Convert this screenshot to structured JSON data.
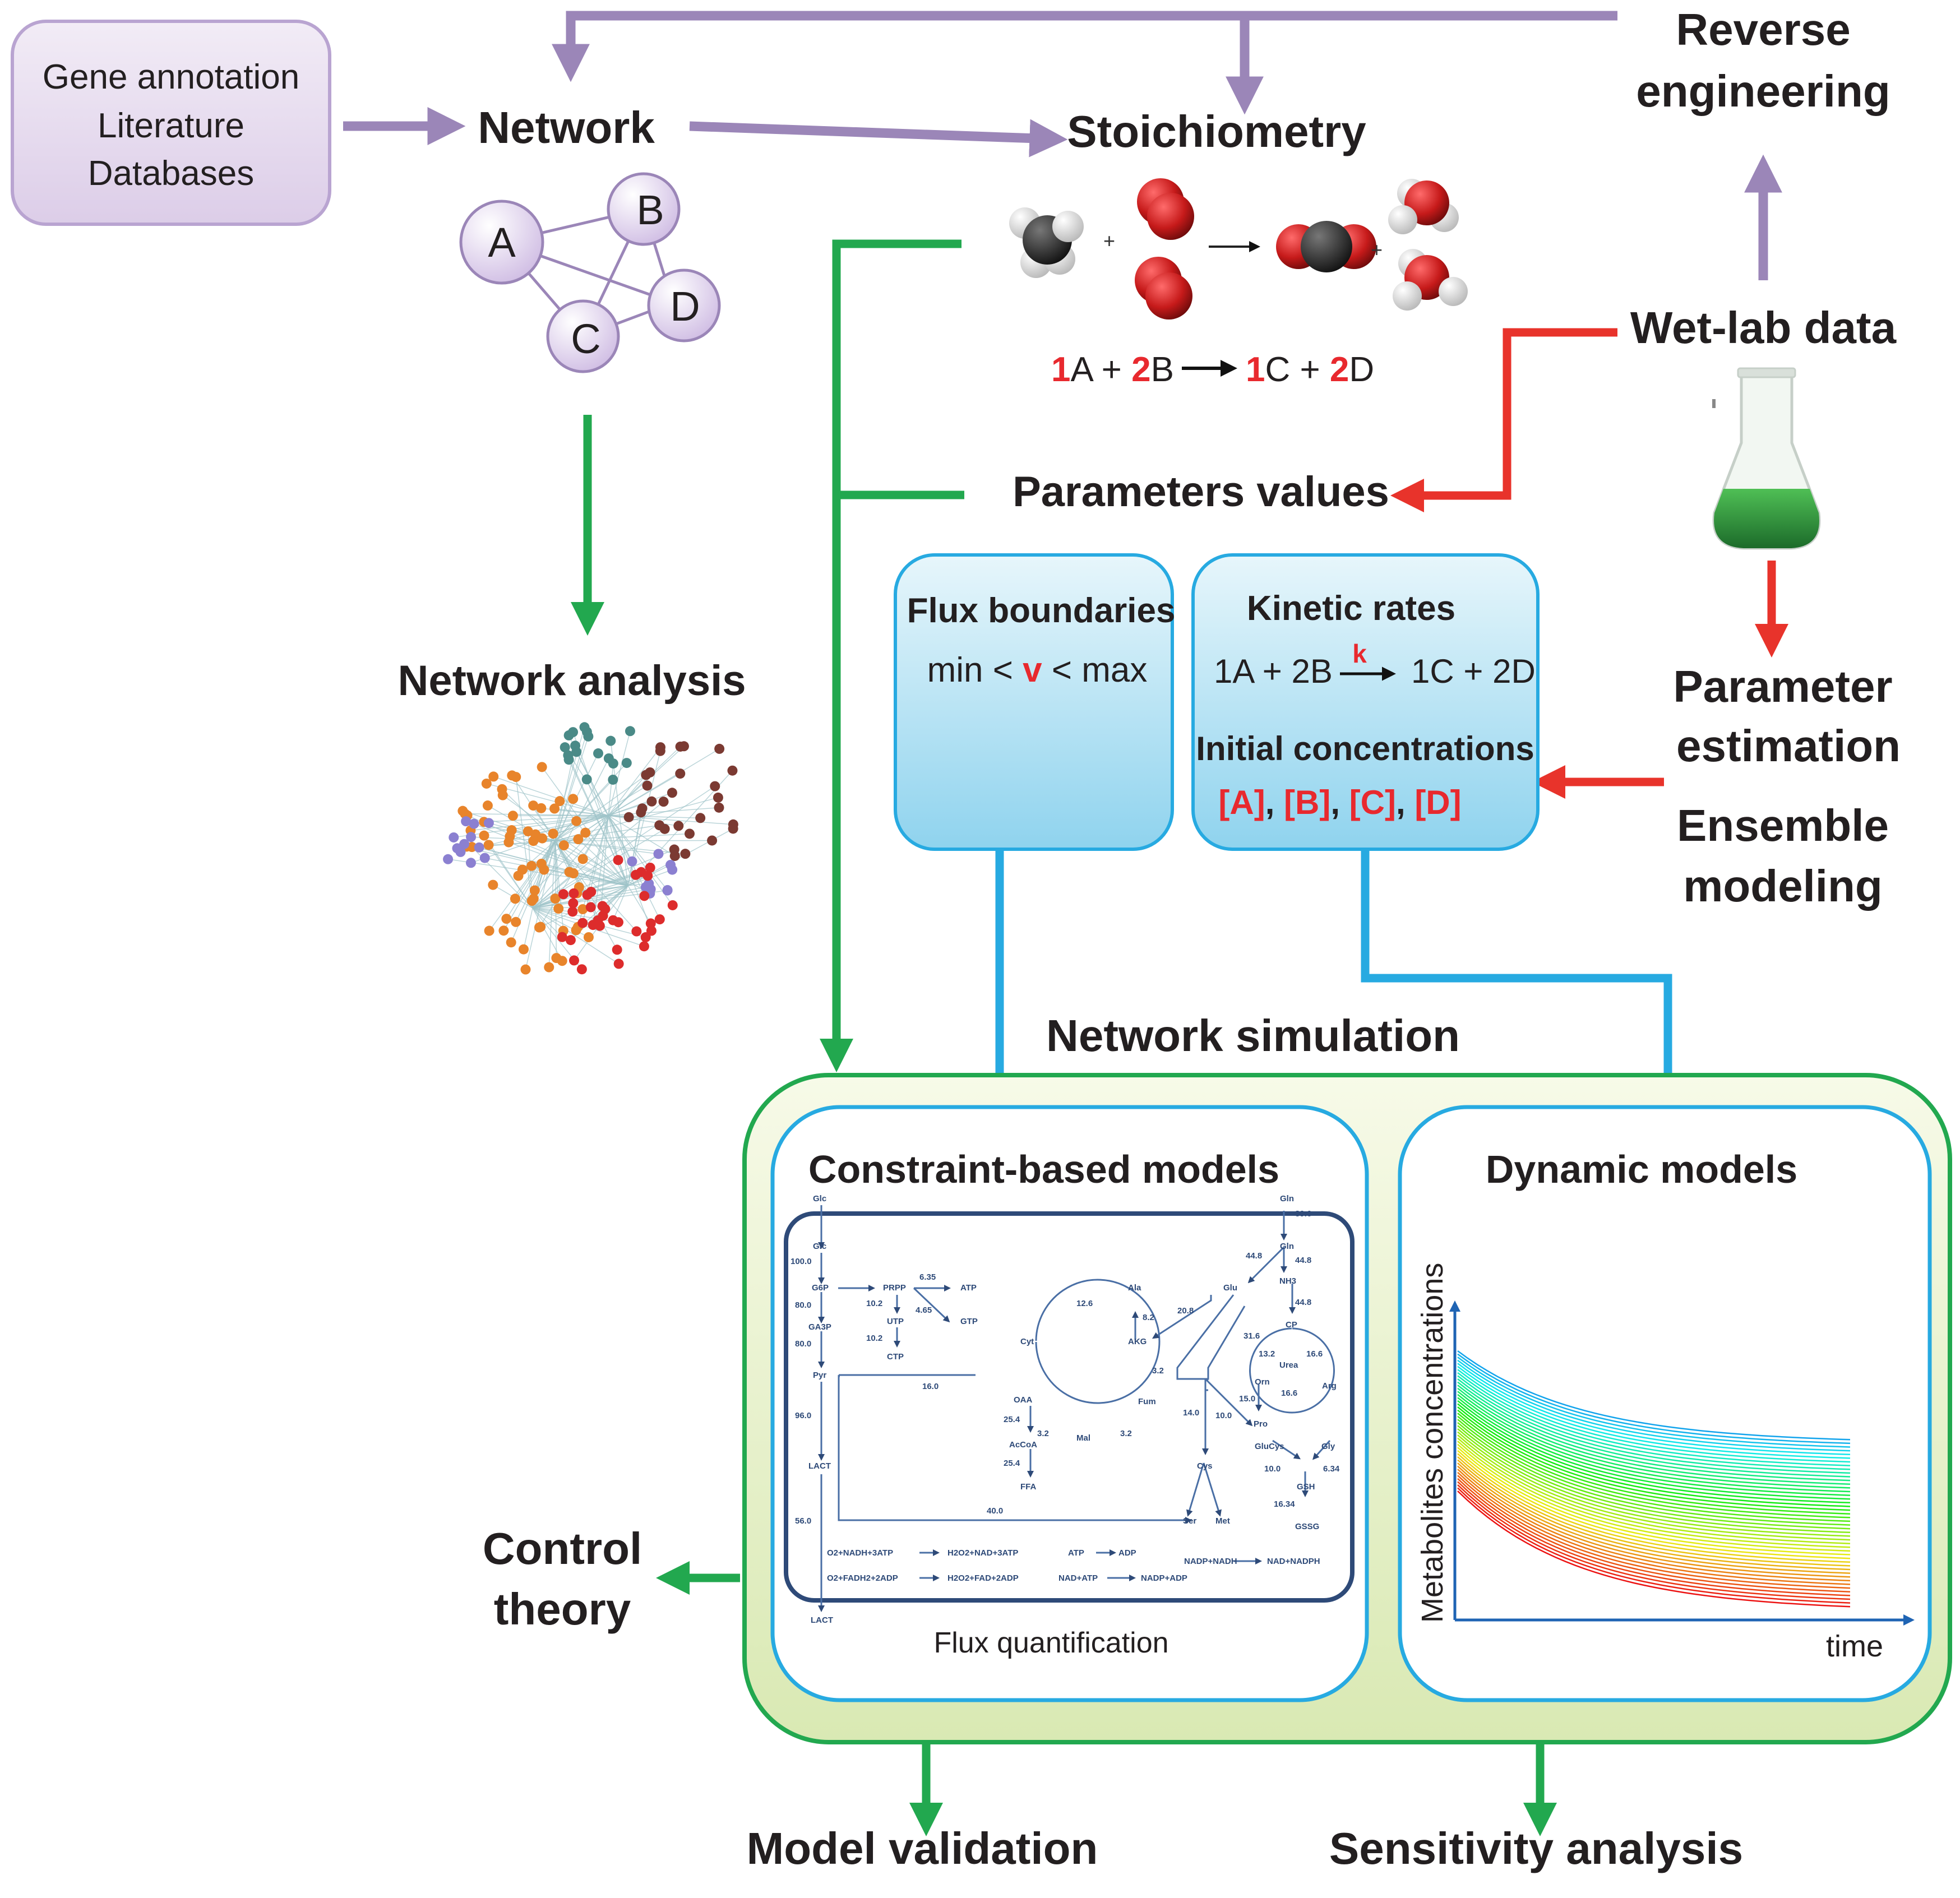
{
  "sources": {
    "line1": "Gene annotation",
    "line2": "Literature",
    "line3": "Databases"
  },
  "network": {
    "title": "Network",
    "nodes": [
      "A",
      "B",
      "C",
      "D"
    ]
  },
  "stoichiometry": {
    "title": "Stoichiometry",
    "coef_a": "1",
    "sp_a": "A + ",
    "coef_b": "2",
    "sp_b": "B",
    "coef_c": "1",
    "sp_c": "C + ",
    "coef_d": "2",
    "sp_d": "D",
    "plus": "+"
  },
  "reverse_engineering": {
    "line1": "Reverse",
    "line2": "engineering"
  },
  "wetlab": {
    "title": "Wet-lab data"
  },
  "parameters_values": "Parameters values",
  "network_analysis": "Network analysis",
  "flux_boundaries": {
    "title": "Flux boundaries",
    "min": "min < ",
    "v": "v",
    "max": " < max"
  },
  "kinetic": {
    "title": "Kinetic rates",
    "lhs": "1A + 2B",
    "k": "k",
    "rhs": "1C + 2D",
    "init_title": "Initial concentrations",
    "conc_a": "[A]",
    "conc_b": "[B]",
    "conc_c": "[C]",
    "conc_d": "[D]",
    "sep": ", "
  },
  "parameter_estimation": {
    "line1": "Parameter",
    "line2": "estimation"
  },
  "ensemble_modeling": {
    "line1": "Ensemble",
    "line2": "modeling"
  },
  "network_simulation": "Network simulation",
  "constraint_models": {
    "title": "Constraint-based models",
    "caption": "Flux quantification"
  },
  "dynamic_models": {
    "title": "Dynamic models",
    "ylabel": "Metabolites concentrations",
    "xlabel": "time"
  },
  "control_theory": {
    "line1": "Control",
    "line2": "theory"
  },
  "model_validation": "Model validation",
  "sensitivity_analysis": "Sensitivity analysis",
  "pathway": {
    "metabolites": [
      "Glc",
      "Glc",
      "G6P",
      "GA3P",
      "Pyr",
      "LACT",
      "LACT",
      "PRPP",
      "UTP",
      "CTP",
      "ATP",
      "GTP",
      "Cyt",
      "OAA",
      "AcCoA",
      "FFA",
      "Mal",
      "Fum",
      "AKG",
      "Ala",
      "Glu",
      "Gln",
      "Gln",
      "NH3",
      "CP",
      "Urea",
      "Orn",
      "Arg",
      "Pro",
      "GluCys",
      "Gly",
      "GSH",
      "GSSG",
      "Cys",
      "Ser",
      "Met"
    ],
    "fluxes": [
      "100.0",
      "80.0",
      "80.0",
      "96.0",
      "56.0",
      "6.35",
      "10.2",
      "4.65",
      "10.2",
      "16.0",
      "12.6",
      "8.2",
      "3.2",
      "3.2",
      "3.2",
      "25.4",
      "25.4",
      "20.8",
      "44.8",
      "44.8",
      "44.8",
      "89.6",
      "31.6",
      "13.2",
      "16.6",
      "16.6",
      "15.0",
      "10.0",
      "14.0",
      "10.0",
      "6.34",
      "16.34",
      "40.0"
    ],
    "energy": [
      "O2+NADH+3ATP",
      "H2O2+NAD+3ATP",
      "ATP",
      "ADP",
      "NADP+NADH",
      "NAD+NADPH",
      "O2+FADH2+2ADP",
      "H2O2+FAD+2ADP",
      "NAD+ATP",
      "NADP+ADP"
    ]
  },
  "colors": {
    "purple": "#9b86b8",
    "green": "#22a84f",
    "red": "#e8332b",
    "blue": "#27aae1",
    "box_purple": "#e6dcee",
    "box_green": "#e3ecc2",
    "pathway_blue": "#2e4a78"
  }
}
